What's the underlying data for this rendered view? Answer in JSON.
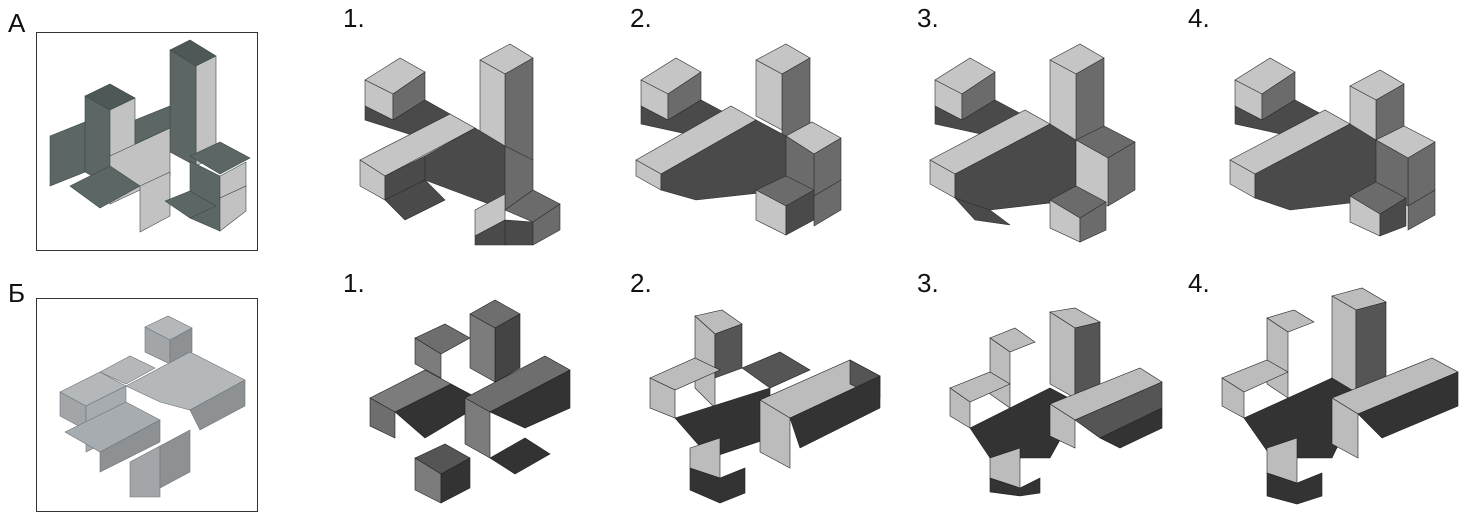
{
  "rows": [
    {
      "label": "А",
      "options": [
        "1.",
        "2.",
        "3.",
        "4."
      ],
      "colors": {
        "light": "#c5c5c5",
        "mid": "#6b6b6b",
        "dark": "#4a4a4a",
        "reference_dark": "#5b6665"
      }
    },
    {
      "label": "Б",
      "options": [
        "1.",
        "2.",
        "3.",
        "4."
      ],
      "colors": {
        "light": "#bcbcbc",
        "mid": "#787878",
        "dark": "#333333",
        "reference_light": "#a7acb0"
      }
    }
  ]
}
